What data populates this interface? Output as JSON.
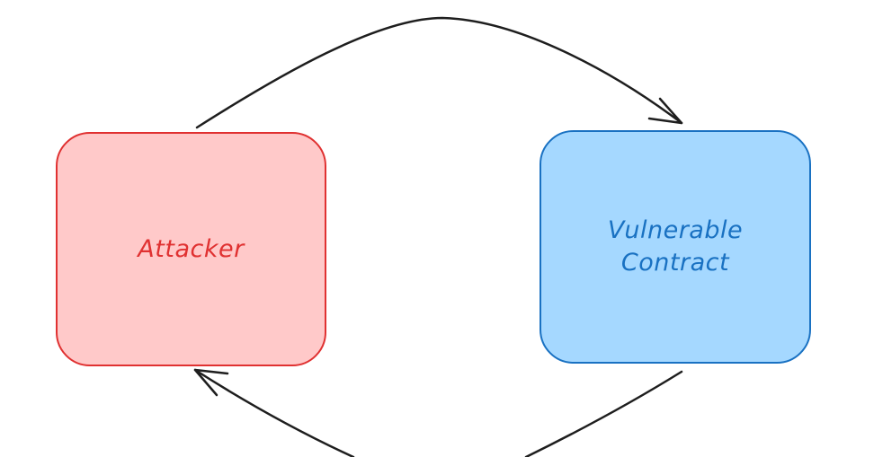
{
  "diagram": {
    "nodes": [
      {
        "id": "attacker",
        "label": "Attacker",
        "fill": "#ffc9c9",
        "stroke": "#e03131",
        "text_color": "#e03131"
      },
      {
        "id": "contract",
        "label": "Vulnerable\nContract",
        "fill": "#a5d8ff",
        "stroke": "#1971c2",
        "text_color": "#1971c2"
      }
    ],
    "edges": [
      {
        "from": "attacker",
        "to": "contract",
        "label": ""
      },
      {
        "from": "contract",
        "to": "attacker",
        "label": ""
      }
    ],
    "edge_color": "#1e1e1e"
  }
}
